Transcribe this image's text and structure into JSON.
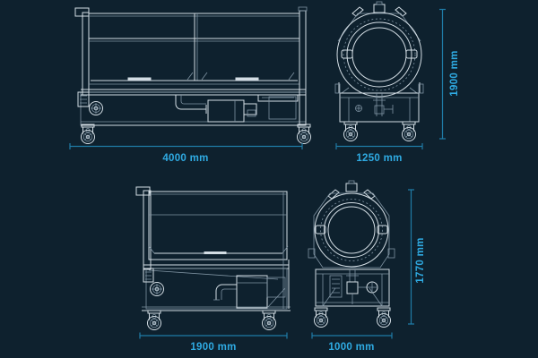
{
  "drawing": {
    "type": "technical-orthographic-views",
    "colors": {
      "background": "#0e212e",
      "outline": "#d3dde4",
      "detail": "#7f93a2",
      "dimension_line": "#1f7ba6",
      "dimension_text": "#2fabe3"
    },
    "views": [
      {
        "id": "side-long",
        "position": "top-left",
        "width_dim": "4000 mm"
      },
      {
        "id": "front-large",
        "position": "top-right",
        "width_dim": "1250 mm",
        "height_dim": "1900 mm"
      },
      {
        "id": "side-short",
        "position": "bottom-left",
        "width_dim": "1900 mm"
      },
      {
        "id": "front-small",
        "position": "bottom-right",
        "width_dim": "1000 mm",
        "height_dim": "1770 mm"
      }
    ]
  }
}
